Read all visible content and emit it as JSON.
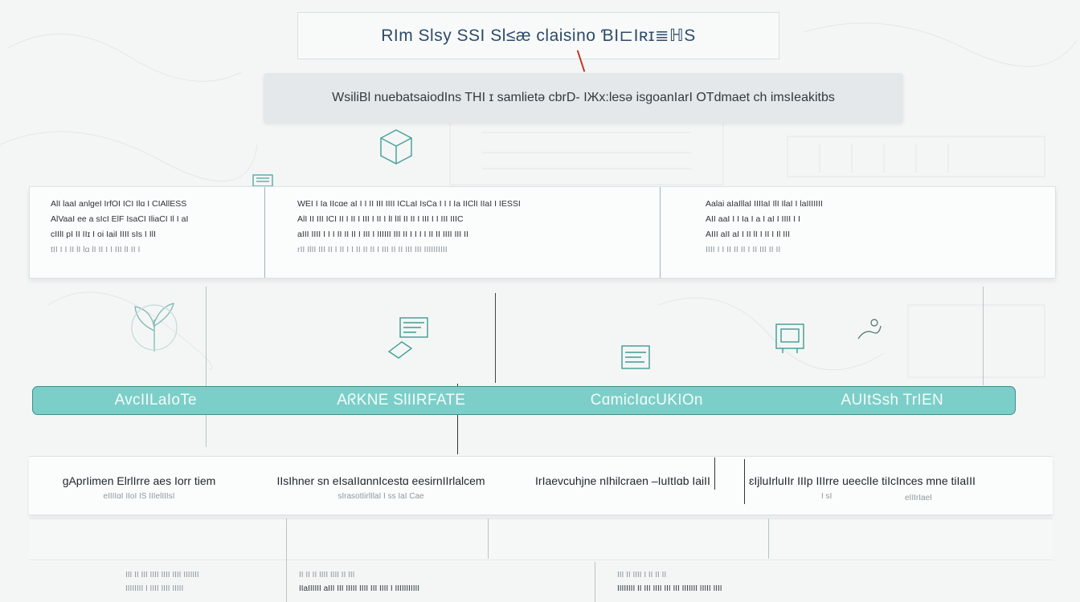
{
  "header": {
    "title": "RIm Slsy SSI Sl≤æ claisino ƁI⊏Іʀɪ≣ℍS",
    "subtitle": "WsiliBl nuebatsaiodIns THI ɪ samlietə cbrD- IЖx:lesə isgoanIarI OTdmaet ch imsIeakitbs"
  },
  "panels": [
    {
      "lines": [
        "AlI laaI anlgeI IrfOI ICI Ilɑ I CIAllESS",
        "AlVaaI ee a sIcI ElF IsaCI IliaCI Il I aI",
        "cIIlI pI II IIɪ I oi IaiI IIII sIs I IlI",
        "tII I I II lI lɑ lI II I I III lI II I"
      ],
      "muted_from": 3
    },
    {
      "lines": [
        "WEI I Ia IIcɑe aI  I  I II III  IIII ICLaI IsCa I I I Ia IIClI IIaI I IESSI",
        "AlI II III ICI II I II I III  I II  I lI lIl II II I III I  I III IIIC",
        "aIII IIII I I I II II II I III I IIIIII III II I I I I II II IIII III II",
        "rII IlII III II  I II  I I II II II  I III II II III III IIIIIIIIII"
      ],
      "muted_from": 3
    },
    {
      "lines": [
        "Aalai aIaIllaI IIIIaI IlI IlaI I laIIIIIII",
        "AII aaI I I Ia I a I aI I IIII I I",
        "AIII aII aI I II lI I II I Il III",
        "IIII I I II II II I II III II II"
      ],
      "muted_from": 3
    }
  ],
  "band": {
    "labels": [
      "AvcIILaIoTe",
      "AᖇKNE SlIIRFATE",
      "CɑmicIɑcUKIOn",
      "AUItSsh TrIEN"
    ]
  },
  "notes": [
    {
      "main": "gAprIimen ElrlIrre aes Iorr tiem",
      "sub": "eIIIIɑI IIoI IS IIIelIIIsI"
    },
    {
      "main": "IIsIhner sn eIsaIIɑnnIcestɑ eesirnIIrlalcem",
      "sub": "sIrasotIirlIlaI  I ss IaI Cae"
    },
    {
      "main": "IrIaevcuhjne nIhilcraen –IuItIɑb IaiII",
      "sub": ""
    },
    {
      "main": "ɛIjluIrluIIr IIIp IIIrre ueeclIe  tiIcInces mne tiIaIII",
      "sub": "I sI"
    }
  ],
  "extra_note": "eIIIrIaeI",
  "bottom": {
    "col1": [
      "III II III IIII IIII IIII IIIIIII",
      "IIIIIIII I IIII IIII IIIII"
    ],
    "col2": [
      "II II II IIII IIII II III",
      "IIaIIIIII aIII III IIIII IIII III IIII I IIIIIIIIIII"
    ],
    "col3": [
      "III II IIII I II II II",
      "IIIIIIII II III IIII III III IIIIIII IIIII IIII"
    ]
  }
}
